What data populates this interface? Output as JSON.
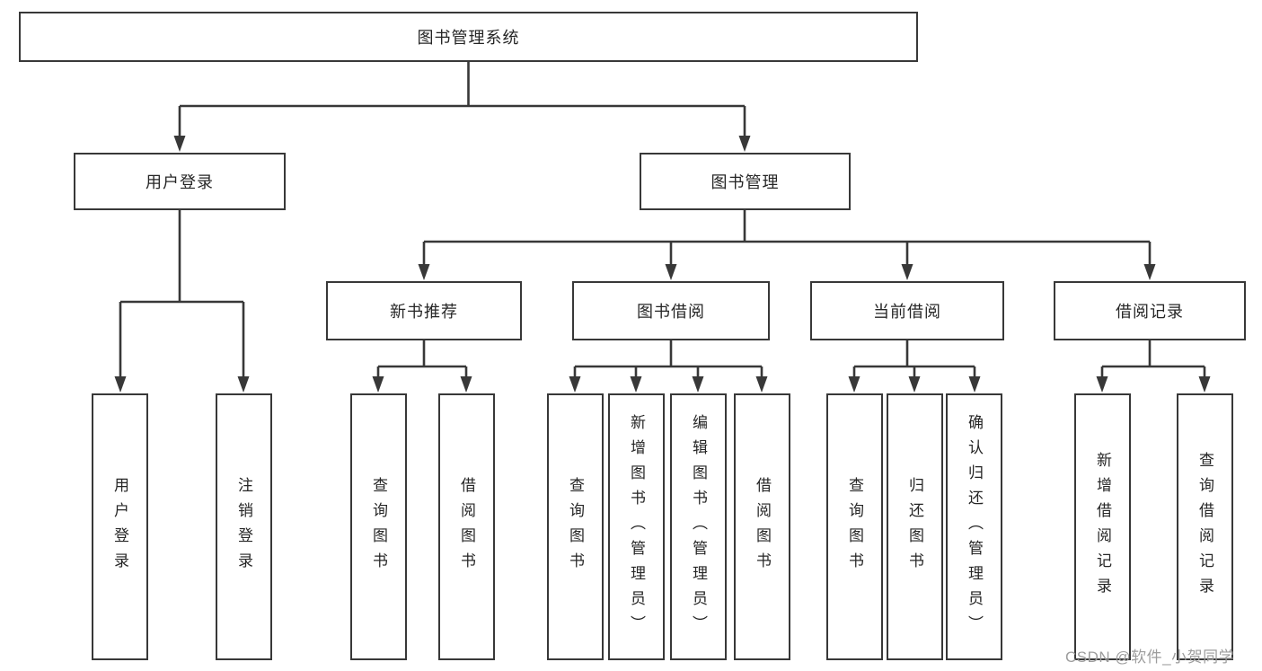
{
  "diagram": {
    "type": "hierarchy-tree",
    "nodes": {
      "root": {
        "label": "图书管理系统"
      },
      "branches": [
        {
          "label": "用户登录",
          "children": [
            {
              "label": "用户登录"
            },
            {
              "label": "注销登录"
            }
          ]
        },
        {
          "label": "图书管理",
          "children": [
            {
              "label": "新书推荐",
              "children": [
                {
                  "label": "查询图书"
                },
                {
                  "label": "借阅图书"
                }
              ]
            },
            {
              "label": "图书借阅",
              "children": [
                {
                  "label": "查询图书"
                },
                {
                  "label": "新增图书（管理员）"
                },
                {
                  "label": "编辑图书（管理员）"
                },
                {
                  "label": "借阅图书"
                }
              ]
            },
            {
              "label": "当前借阅",
              "children": [
                {
                  "label": "查询图书"
                },
                {
                  "label": "归还图书"
                },
                {
                  "label": "确认归还（管理员）"
                }
              ]
            },
            {
              "label": "借阅记录",
              "children": [
                {
                  "label": "新增借阅记录"
                },
                {
                  "label": "查询借阅记录"
                }
              ]
            }
          ]
        }
      ]
    }
  },
  "watermark": {
    "text": "CSDN @软件_小贺同学"
  },
  "colors": {
    "line": "#383838",
    "box_border": "#383838",
    "box_fill": "#ffffff",
    "text": "#262626",
    "background": "#ffffff",
    "watermark_text": "#9d9d9d"
  }
}
